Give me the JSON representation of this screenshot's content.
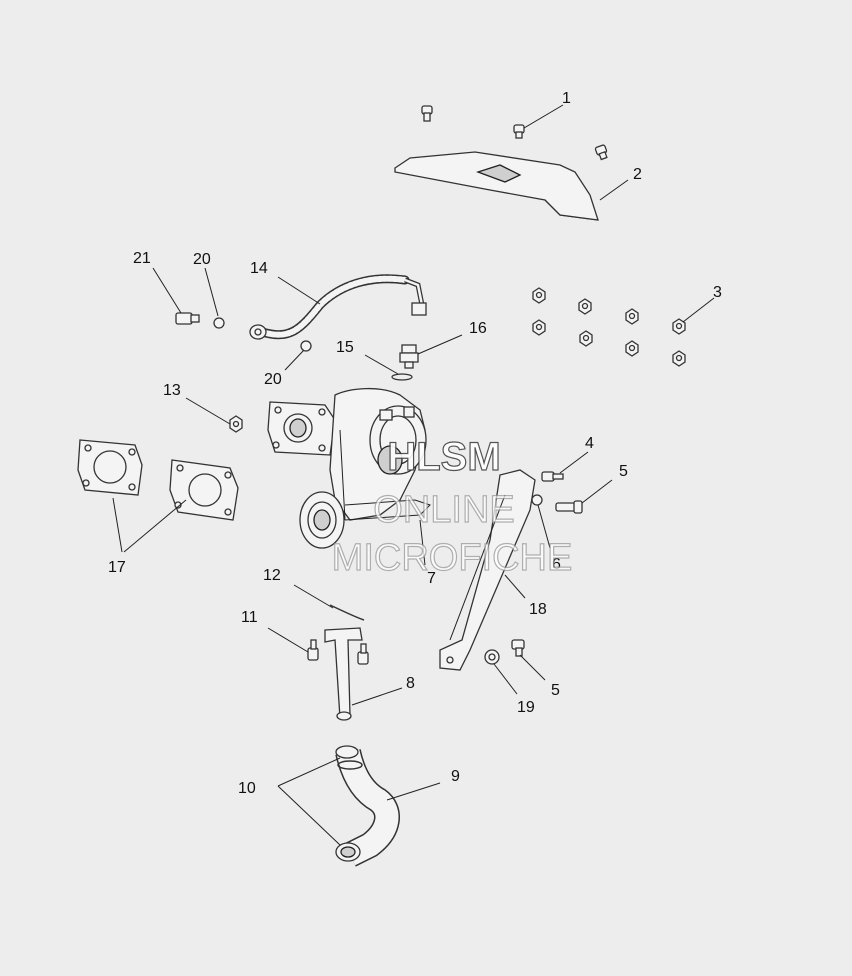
{
  "diagram": {
    "callouts": [
      "1",
      "2",
      "3",
      "4",
      "5",
      "5",
      "6",
      "7",
      "8",
      "9",
      "10",
      "11",
      "12",
      "13",
      "14",
      "15",
      "16",
      "17",
      "18",
      "19",
      "20",
      "20",
      "21"
    ]
  },
  "watermark": {
    "line1": "HLSM",
    "line2": "ONLINE",
    "line3": "MICROFICHE"
  },
  "colors": {
    "background": "#ededed",
    "line": "#222222"
  }
}
